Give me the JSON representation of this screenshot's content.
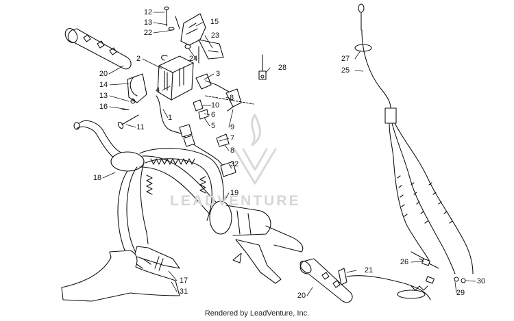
{
  "watermark": "LEADVENTURE",
  "credit": "Rendered by LeadVenture, Inc.",
  "callouts": [
    {
      "id": "c12",
      "label": "12"
    },
    {
      "id": "c13a",
      "label": "13"
    },
    {
      "id": "c22",
      "label": "22"
    },
    {
      "id": "c15",
      "label": "15"
    },
    {
      "id": "c23",
      "label": "23"
    },
    {
      "id": "c24",
      "label": "24"
    },
    {
      "id": "c2",
      "label": "2"
    },
    {
      "id": "c3",
      "label": "3"
    },
    {
      "id": "c28",
      "label": "28"
    },
    {
      "id": "c20a",
      "label": "20"
    },
    {
      "id": "c14",
      "label": "14"
    },
    {
      "id": "c4",
      "label": "4"
    },
    {
      "id": "c13b",
      "label": "13"
    },
    {
      "id": "c16",
      "label": "16"
    },
    {
      "id": "c8a",
      "label": "8"
    },
    {
      "id": "c10",
      "label": "10"
    },
    {
      "id": "c6",
      "label": "6"
    },
    {
      "id": "c1",
      "label": "1"
    },
    {
      "id": "c11",
      "label": "11"
    },
    {
      "id": "c5",
      "label": "5"
    },
    {
      "id": "c9",
      "label": "9"
    },
    {
      "id": "c7",
      "label": "7"
    },
    {
      "id": "c8b",
      "label": "8"
    },
    {
      "id": "c32",
      "label": "32"
    },
    {
      "id": "c18",
      "label": "18"
    },
    {
      "id": "c19",
      "label": "19"
    },
    {
      "id": "c27",
      "label": "27"
    },
    {
      "id": "c25",
      "label": "25"
    },
    {
      "id": "c21",
      "label": "21"
    },
    {
      "id": "c26",
      "label": "26"
    },
    {
      "id": "c30",
      "label": "30"
    },
    {
      "id": "c29",
      "label": "29"
    },
    {
      "id": "c17",
      "label": "17"
    },
    {
      "id": "c31",
      "label": "31"
    },
    {
      "id": "c20b",
      "label": "20"
    }
  ]
}
